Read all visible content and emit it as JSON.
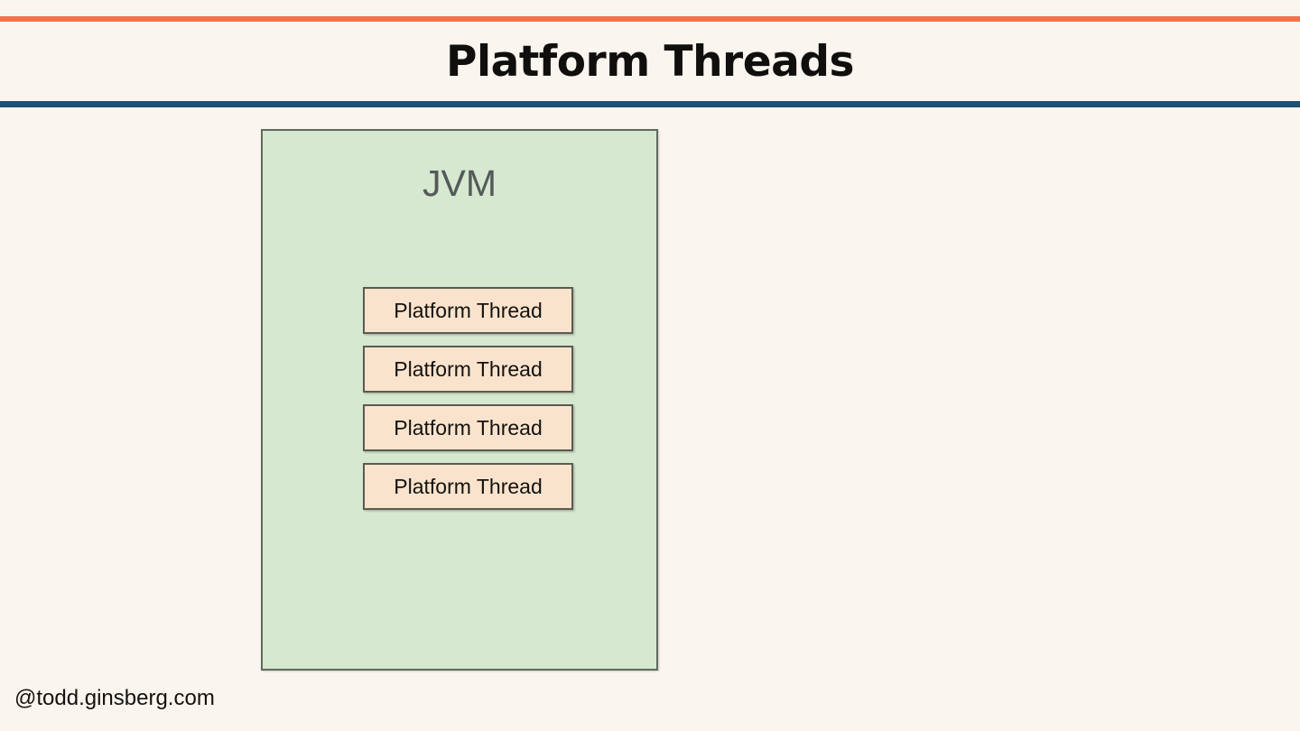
{
  "slide": {
    "title": "Platform Threads",
    "background_color": "#faf5ee",
    "top_rule_color": "#f2714a",
    "bottom_rule_color": "#1d5075",
    "title_color": "#100f0d"
  },
  "diagram": {
    "container": {
      "label": "JVM",
      "fill_color": "#d6e8d0",
      "border_color": "#5f6b5f",
      "label_color": "#54595a"
    },
    "threads": [
      {
        "label": "Platform Thread"
      },
      {
        "label": "Platform Thread"
      },
      {
        "label": "Platform Thread"
      },
      {
        "label": "Platform Thread"
      }
    ],
    "thread_style": {
      "fill_color": "#fae3cd",
      "border_color": "#5a5a52",
      "label_color": "#14120f"
    }
  },
  "footer": {
    "handle": "@todd.ginsberg.com",
    "color": "#14120f"
  }
}
